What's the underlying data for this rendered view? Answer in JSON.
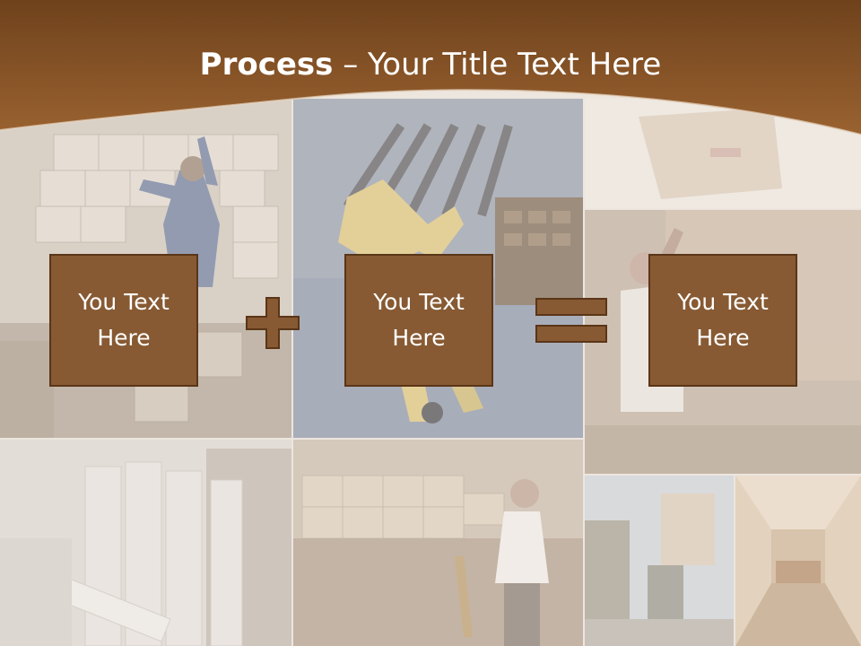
{
  "slide": {
    "title_bold": "Process",
    "title_dash": " – ",
    "title_rest": "Your Title Text Here",
    "boxes": [
      {
        "text": "You Text Here"
      },
      {
        "text": "You Text Here"
      },
      {
        "text": "You Text Here"
      }
    ],
    "operators": [
      "plus-icon",
      "equals-icon"
    ]
  },
  "colors": {
    "header": "#7a4a22",
    "box_fill": "#875a33",
    "box_border": "#5a3517",
    "operator": "#875a33",
    "text": "#ffffff"
  }
}
